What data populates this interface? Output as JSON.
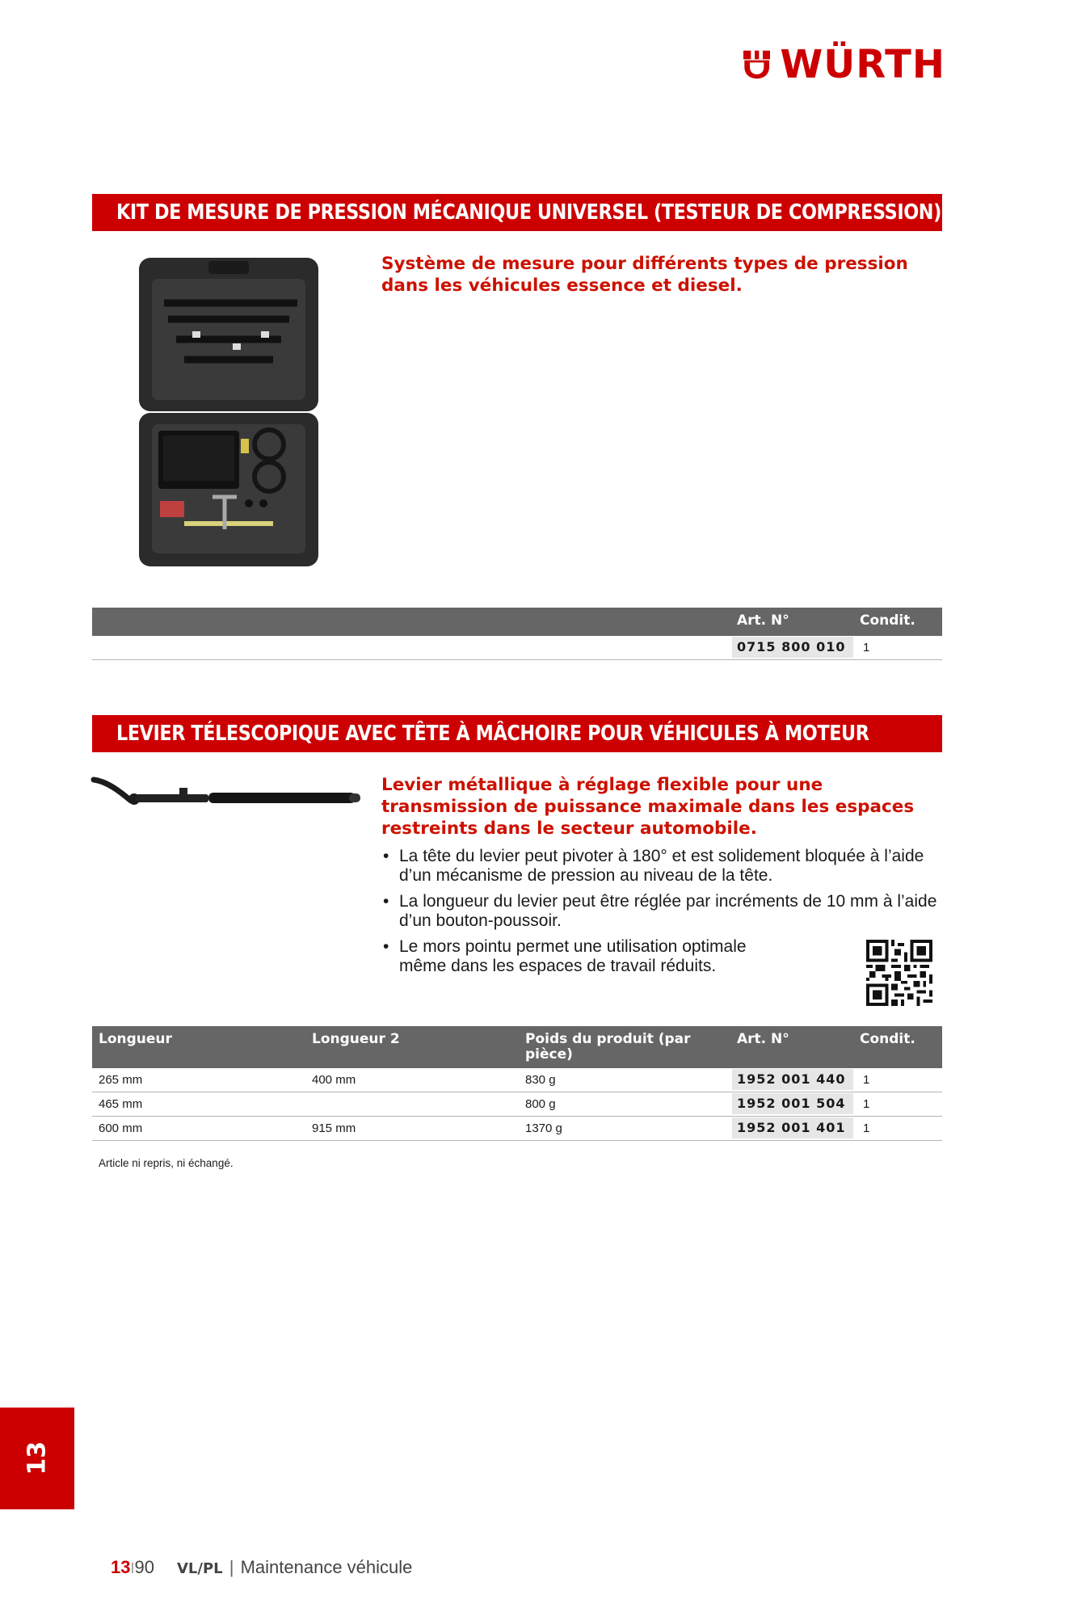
{
  "brand": {
    "name": "WÜRTH"
  },
  "section1": {
    "title": "KIT DE MESURE DE PRESSION MÉCANIQUE UNIVERSEL (TESTEUR DE COMPRESSION)",
    "lead": "Système de mesure pour différents types de pression dans les véhicules essence et diesel.",
    "table": {
      "headers": {
        "art": "Art. N°",
        "condit": "Condit."
      },
      "rows": [
        {
          "art": "0715 800 010",
          "condit": "1"
        }
      ]
    }
  },
  "section2": {
    "title": "LEVIER TÉLESCOPIQUE AVEC TÊTE À MÂCHOIRE POUR VÉHICULES À MOTEUR",
    "lead": "Levier métallique à réglage flexible pour une transmission de puissance maximale dans les espaces restreints dans le secteur automobile.",
    "bullets": [
      "La tête du levier peut pivoter à 180° et est solidement bloquée à l’aide d’un mécanisme de pression au niveau de la tête.",
      "La longueur du levier peut être réglée par incréments de 10 mm à l’aide d’un bouton-poussoir.",
      "Le mors pointu permet une utilisation optimale même dans les espaces de travail réduits."
    ],
    "table": {
      "headers": {
        "longueur": "Longueur",
        "longueur2": "Longueur 2",
        "poids": "Poids du produit (par pièce)",
        "art": "Art. N°",
        "condit": "Condit."
      },
      "rows": [
        {
          "longueur": "265 mm",
          "longueur2": "400 mm",
          "poids": "830 g",
          "art": "1952 001 440",
          "condit": "1"
        },
        {
          "longueur": "465 mm",
          "longueur2": "",
          "poids": "800 g",
          "art": "1952 001 504",
          "condit": "1"
        },
        {
          "longueur": "600 mm",
          "longueur2": "915 mm",
          "poids": "1370 g",
          "art": "1952 001 401",
          "condit": "1"
        }
      ]
    },
    "note": "Article ni repris, ni échangé."
  },
  "side_tab": "13",
  "footer": {
    "page": "13",
    "sep": "I",
    "subpage": "90",
    "category": "VL/PL",
    "divider": "|",
    "section": "Maintenance véhicule"
  },
  "colors": {
    "accent": "#cc0000",
    "table_header": "#666666",
    "art_cell": "#e6e6e6"
  }
}
